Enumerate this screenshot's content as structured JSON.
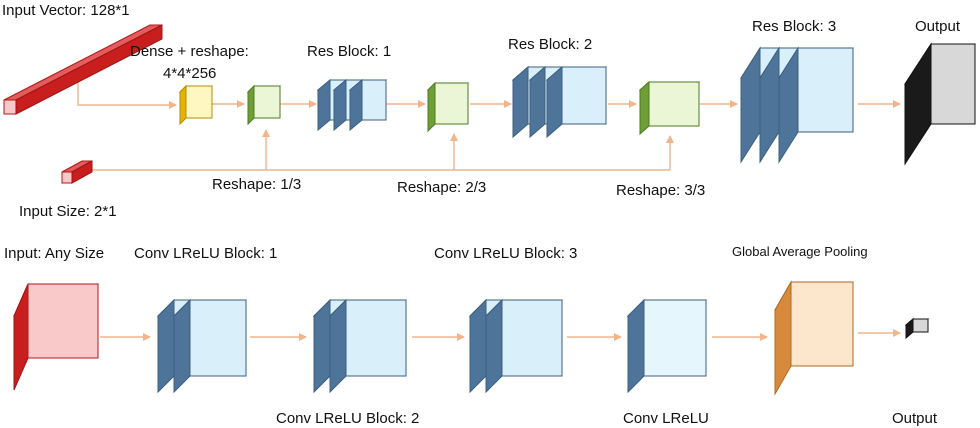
{
  "colors": {
    "red": "#c81e1e",
    "red_light": "#f9c9c9",
    "yellow": "#e2b407",
    "yellow_light": "#fff7c2",
    "green": "#6e9e35",
    "green_light": "#eaf6d6",
    "blue": "#4e7499",
    "blue_light": "#d9effa",
    "black": "#1a1a1a",
    "gray": "#d8d8d8",
    "orange": "#d78a3c",
    "orange_light": "#fde7cc",
    "arrow": "#f3b48c"
  },
  "top": {
    "input_vector": "Input Vector: 128*1",
    "dense_line1": "Dense + reshape:",
    "dense_line2": "4*4*256",
    "res_block_1": "Res Block: 1",
    "res_block_2": "Res Block: 2",
    "res_block_3": "Res Block: 3",
    "output": "Output",
    "input_size": "Input Size: 2*1",
    "reshape_1": "Reshape: 1/3",
    "reshape_2": "Reshape: 2/3",
    "reshape_3": "Reshape: 3/3"
  },
  "bottom": {
    "input": "Input: Any Size",
    "conv_block_1": "Conv LReLU Block: 1",
    "conv_block_2": "Conv LReLU Block: 2",
    "conv_block_3": "Conv LReLU Block: 3",
    "conv_lrelu": "Conv LReLU",
    "gap": "Global Average Pooling",
    "output": "Output"
  }
}
